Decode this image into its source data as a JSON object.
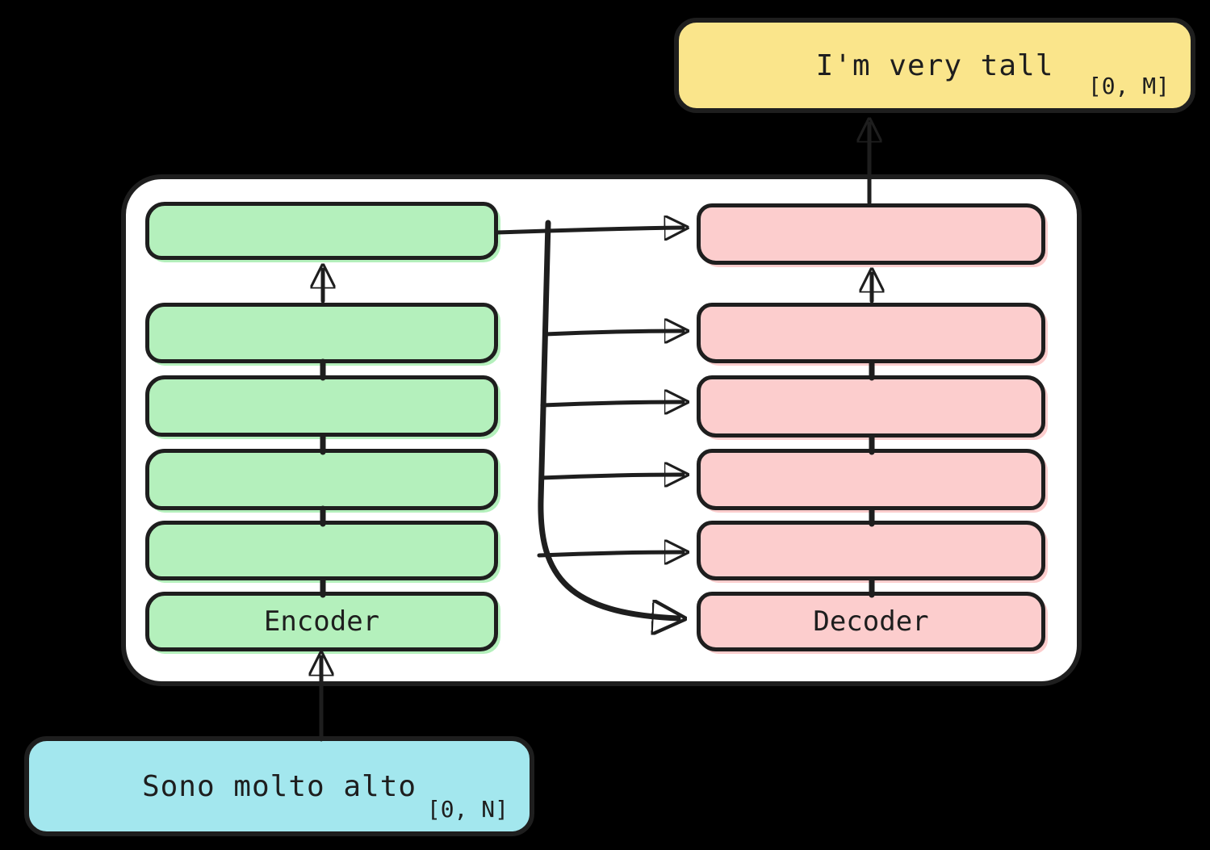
{
  "output_box": {
    "text": "I'm very tall",
    "range": "[0, M]",
    "fill": "#fae58b"
  },
  "input_box": {
    "text": "Sono molto alto",
    "range": "[0, N]",
    "fill": "#a3e7ee"
  },
  "encoder": {
    "label": "Encoder",
    "num_blocks": 6,
    "fill": "#b4f0bc"
  },
  "decoder": {
    "label": "Decoder",
    "num_blocks": 6,
    "fill": "#fccdcd"
  },
  "style": {
    "stroke": "#1e1e1e",
    "container_fill": "#ffffff",
    "background": "#000000"
  }
}
